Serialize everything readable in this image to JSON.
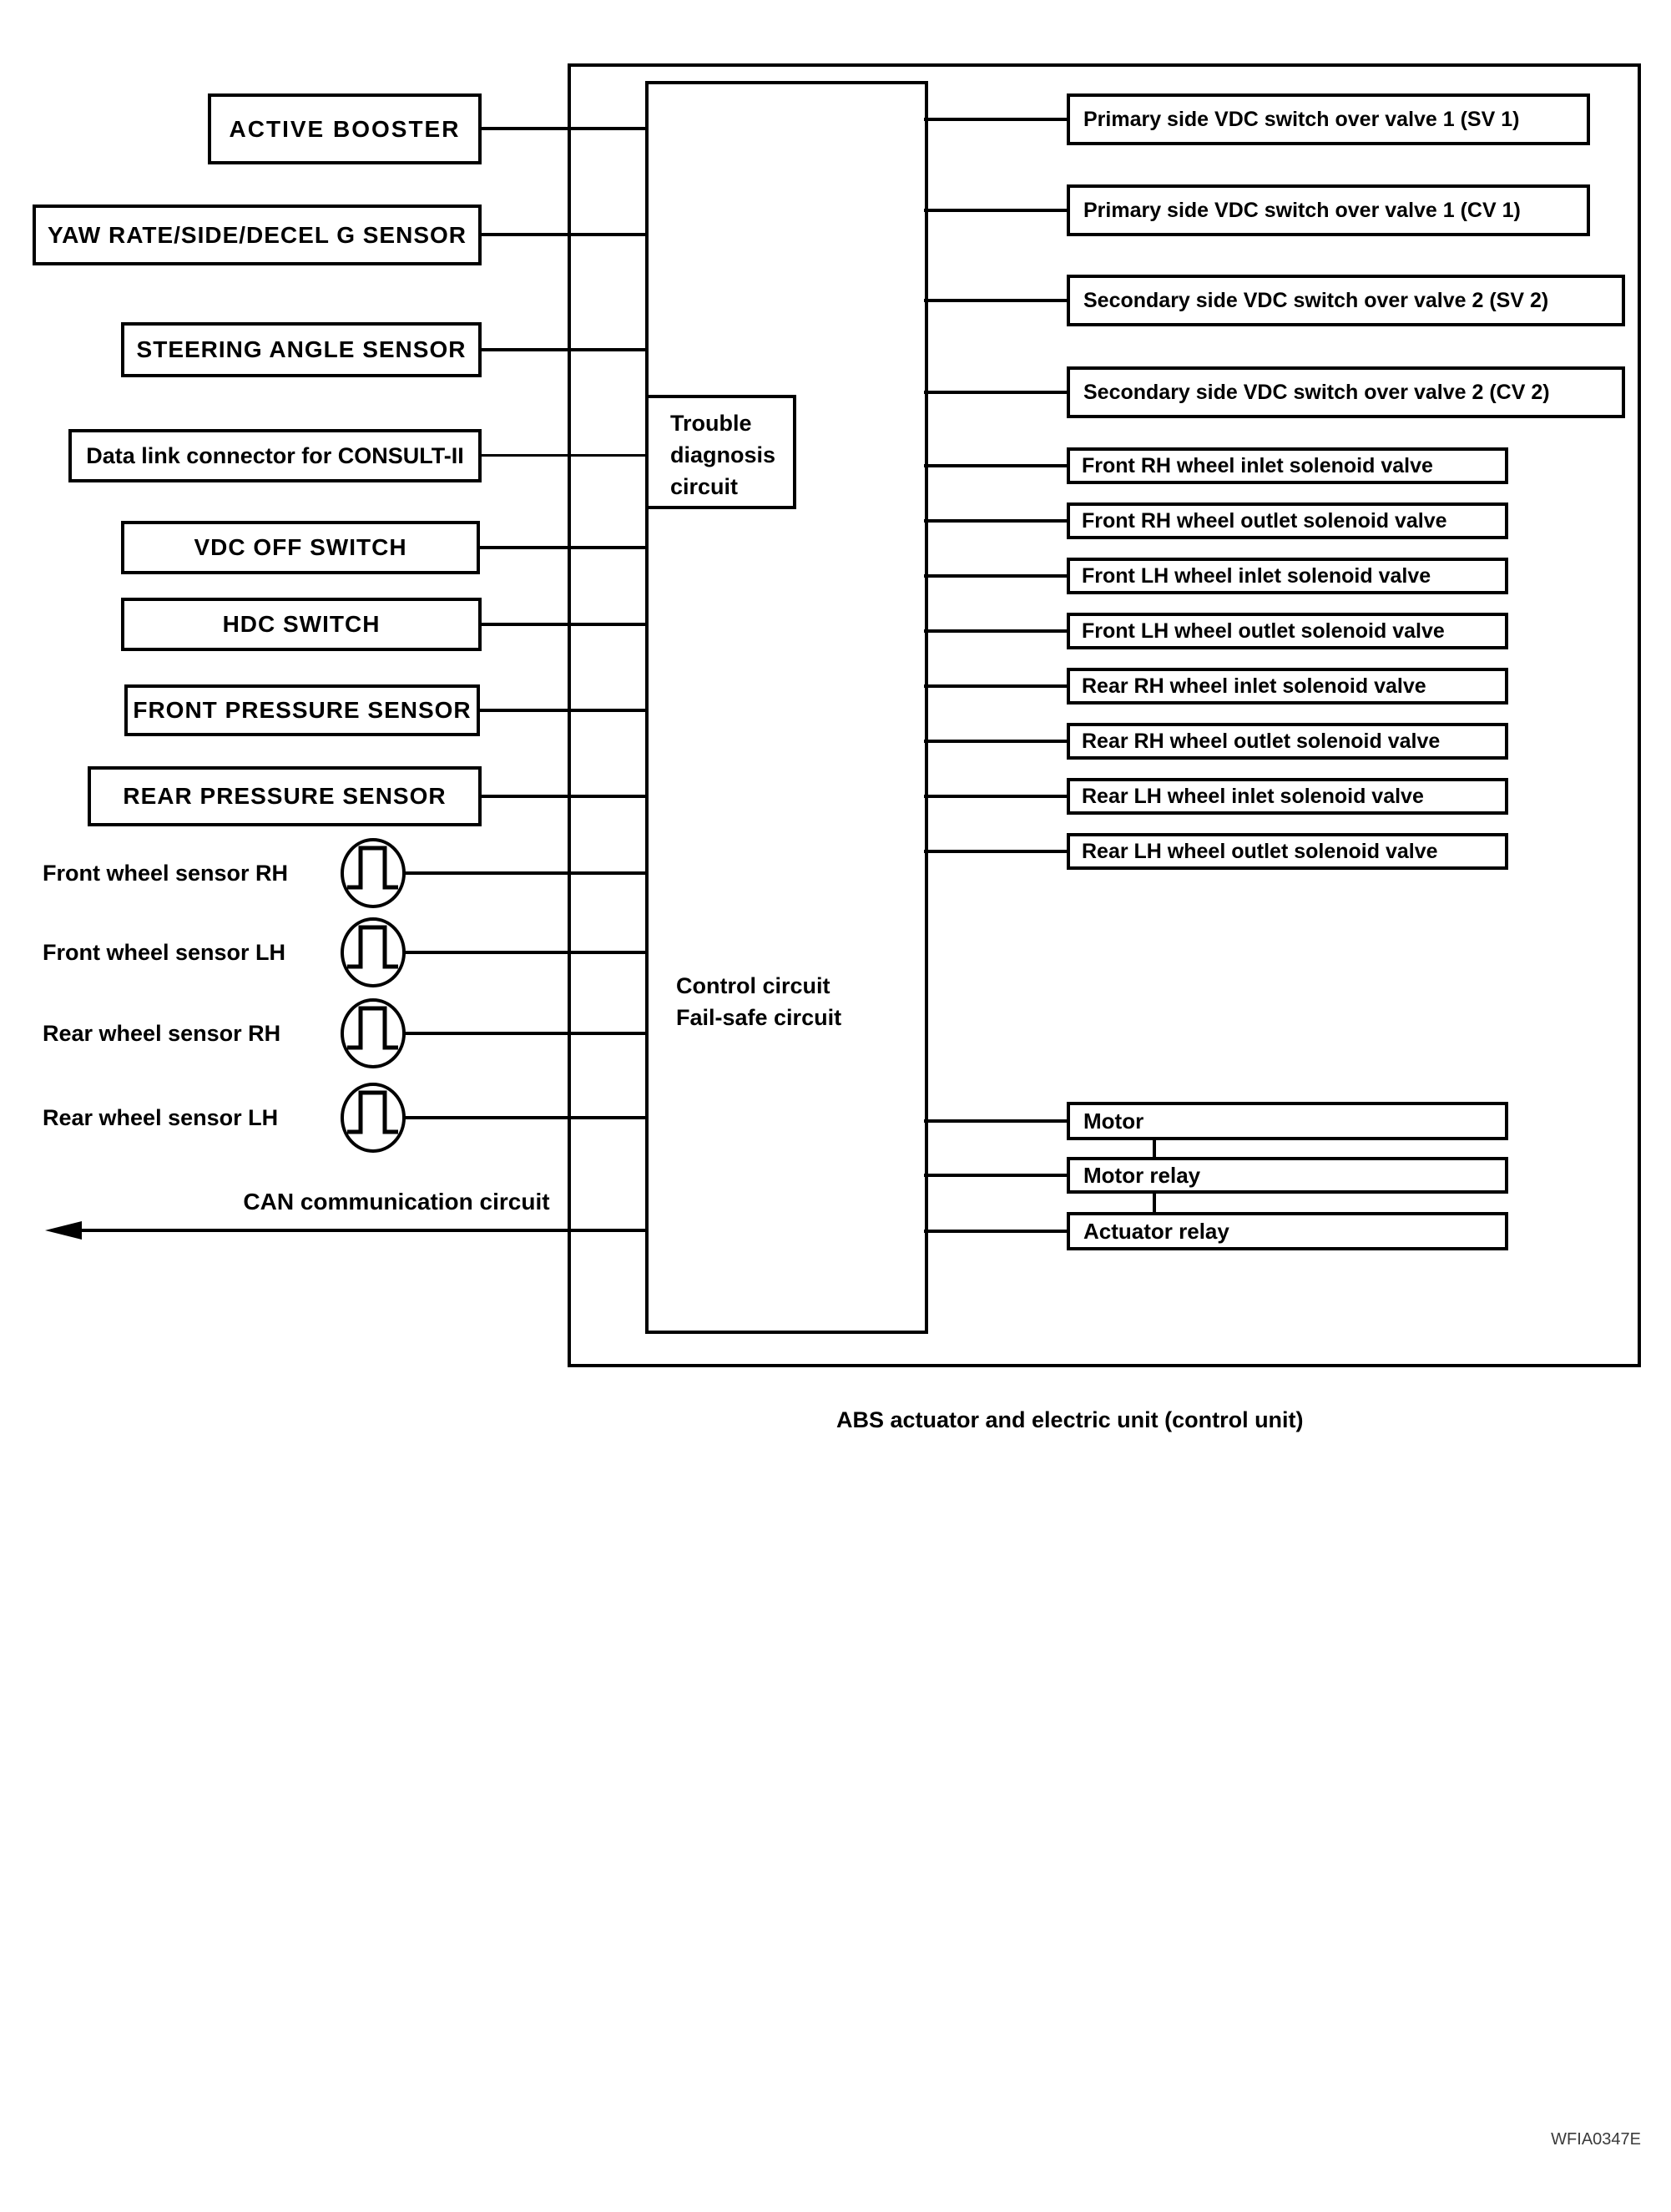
{
  "page": {
    "background": "#ffffff",
    "line_color": "#000000"
  },
  "caption": "ABS actuator and electric unit (control unit)",
  "figure_code": "WFIA0347E",
  "inputs": {
    "boxes": [
      {
        "label": "ACTIVE BOOSTER"
      },
      {
        "label": "YAW RATE/SIDE/DECEL G SENSOR"
      },
      {
        "label": "STEERING ANGLE SENSOR"
      },
      {
        "label": "Data link connector for CONSULT-II"
      },
      {
        "label": "VDC OFF SWITCH"
      },
      {
        "label": "HDC SWITCH"
      },
      {
        "label": "FRONT PRESSURE SENSOR"
      },
      {
        "label": "REAR PRESSURE SENSOR"
      }
    ],
    "wheel_sensors": [
      {
        "label": "Front wheel sensor RH"
      },
      {
        "label": "Front wheel sensor LH"
      },
      {
        "label": "Rear wheel sensor RH"
      },
      {
        "label": "Rear wheel sensor LH"
      }
    ],
    "can_label": "CAN communication circuit"
  },
  "control_unit": {
    "trouble_lines": [
      "Trouble",
      "diagnosis",
      "circuit"
    ],
    "main_lines": [
      "Control circuit",
      "Fail-safe circuit"
    ]
  },
  "outputs": {
    "vdc_valves": [
      {
        "label": "Primary side VDC switch over valve 1 (SV 1)"
      },
      {
        "label": "Primary side VDC switch over valve 1 (CV 1)"
      },
      {
        "label": "Secondary side VDC switch over valve 2 (SV 2)"
      },
      {
        "label": "Secondary side VDC switch over valve 2 (CV 2)"
      }
    ],
    "solenoid_valves": [
      {
        "label": "Front RH wheel inlet solenoid valve"
      },
      {
        "label": "Front RH wheel outlet solenoid valve"
      },
      {
        "label": "Front LH wheel inlet solenoid valve"
      },
      {
        "label": "Front LH wheel outlet solenoid valve"
      },
      {
        "label": "Rear RH wheel inlet solenoid valve"
      },
      {
        "label": "Rear RH wheel outlet solenoid valve"
      },
      {
        "label": "Rear LH wheel inlet solenoid valve"
      },
      {
        "label": "Rear LH wheel outlet solenoid valve"
      }
    ],
    "motor_group": [
      {
        "label": "Motor"
      },
      {
        "label": "Motor relay"
      },
      {
        "label": "Actuator relay"
      }
    ]
  }
}
